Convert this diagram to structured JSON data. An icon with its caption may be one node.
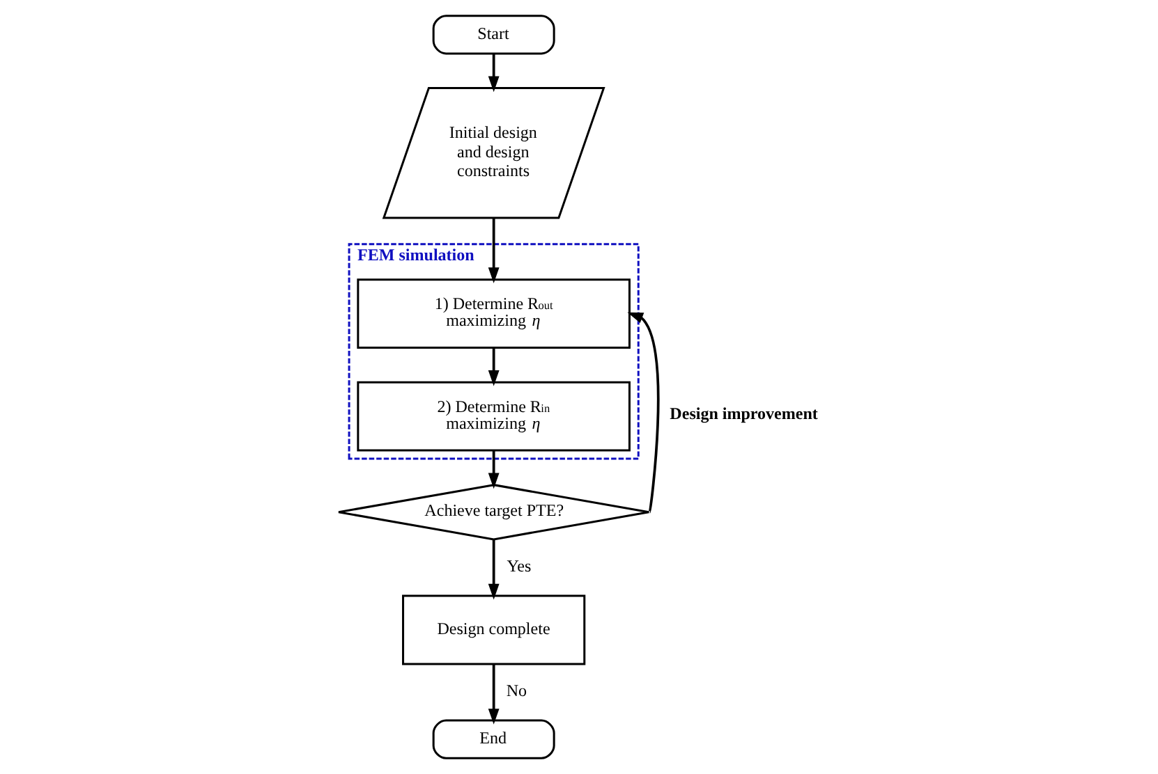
{
  "diagram": {
    "nodes": [
      {
        "text": [
          "Start"
        ]
      },
      {
        "text": [
          "Initial design and design constraints"
        ]
      },
      {
        "text": [
          "FEM simulation"
        ]
      },
      {
        "text": [
          "1) Determine R$_{out}$ maximizing *η*"
        ],
        "in": 2
      },
      {
        "text": [
          "2) Determine R$_{in}$ maximizing *η*"
        ],
        "in": 2
      },
      {
        "text": [
          "Achieve target PTE?"
        ]
      },
      {
        "text": [
          "Design complete"
        ]
      },
      {
        "text": [
          "End"
        ]
      }
    ],
    "edges": [
      {
        "from": 0,
        "to": 1,
        "arrow": "to"
      },
      {
        "from": 1,
        "to": 3,
        "arrow": "to"
      },
      {
        "from": 3,
        "to": 4,
        "arrow": "to"
      },
      {
        "from": 4,
        "to": 5,
        "arrow": "to"
      },
      {
        "from": 5,
        "to": 3,
        "arrow": "to",
        "label": "Design improvement"
      },
      {
        "from": 5,
        "to": 6,
        "arrow": "to",
        "label": "Yes"
      },
      {
        "from": 6,
        "to": 7,
        "arrow": "to",
        "label": "No"
      }
    ]
  }
}
